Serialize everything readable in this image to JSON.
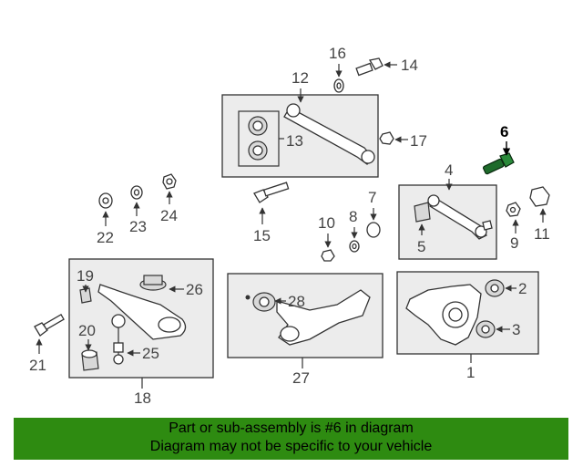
{
  "diagram": {
    "labels": {
      "n1": "1",
      "n2": "2",
      "n3": "3",
      "n4": "4",
      "n5": "5",
      "n6": "6",
      "n7": "7",
      "n8": "8",
      "n9": "9",
      "n10": "10",
      "n11": "11",
      "n12": "12",
      "n13": "13",
      "n14": "14",
      "n15": "15",
      "n16": "16",
      "n17": "17",
      "n18": "18",
      "n19": "19",
      "n20": "20",
      "n21": "21",
      "n22": "22",
      "n23": "23",
      "n24": "24",
      "n25": "25",
      "n26": "26",
      "n27": "27",
      "n28": "28"
    },
    "highlight_part": "6",
    "highlight_color": "#1e6b2b"
  },
  "banner": {
    "line1": "Part or sub-assembly is #6 in diagram",
    "line2": "Diagram may not be specific to your vehicle",
    "color": "#2e8b11"
  }
}
